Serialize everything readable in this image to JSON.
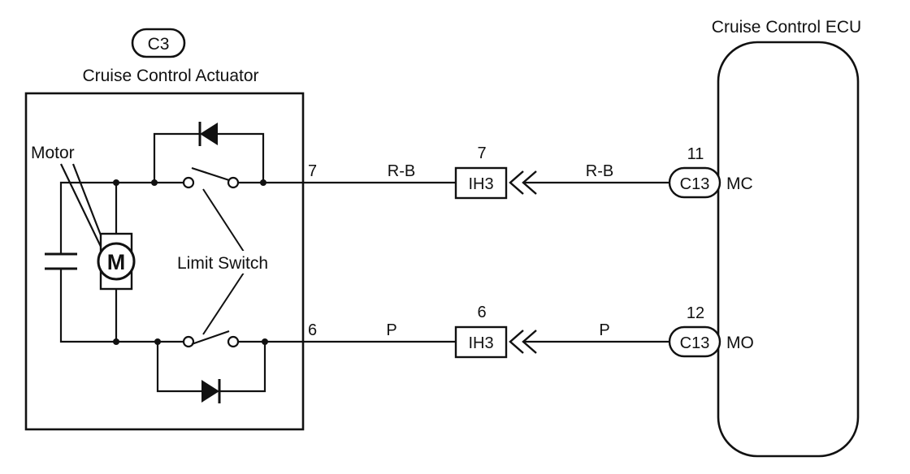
{
  "actuator": {
    "connector": "C3",
    "title": "Cruise Control Actuator",
    "motor_label": "Motor",
    "motor_symbol": "M",
    "switch_label": "Limit Switch",
    "pin_top": "7",
    "pin_bottom": "6"
  },
  "ecu": {
    "title": "Cruise Control ECU",
    "connector": "C13",
    "pin_top_number": "11",
    "pin_top_name": "MC",
    "pin_bottom_number": "12",
    "pin_bottom_name": "MO"
  },
  "wires": {
    "top_color_left": "R-B",
    "top_color_right": "R-B",
    "bottom_color_left": "P",
    "bottom_color_right": "P"
  },
  "junctions": {
    "top_connector": "IH3",
    "top_pin": "7",
    "bottom_connector": "IH3",
    "bottom_pin": "6"
  }
}
